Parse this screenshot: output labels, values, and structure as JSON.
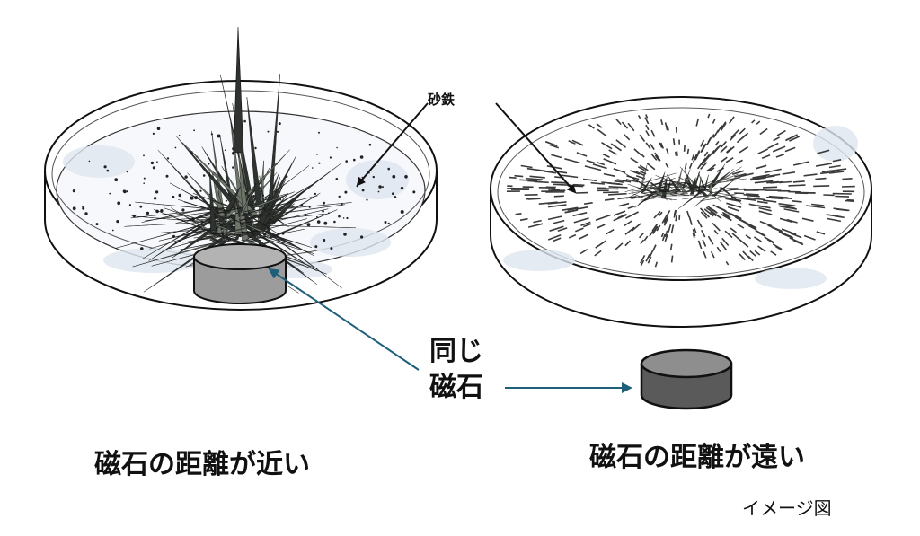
{
  "labels": {
    "iron_sand": "砂鉄",
    "same_line1": "同じ",
    "same_line2": "磁石",
    "near": "磁石の距離が近い",
    "far": "磁石の距離が遠い",
    "image_note": "イメージ図"
  },
  "colors": {
    "outline": "#111111",
    "magnet_near": "#9c9c9c",
    "magnet_far": "#5a5a5a",
    "arrow_teal": "#1f5f7a",
    "spike_dark": "#2e332f",
    "spike_mid": "#6d7468",
    "cloud_tint": "#dfe6f0"
  }
}
